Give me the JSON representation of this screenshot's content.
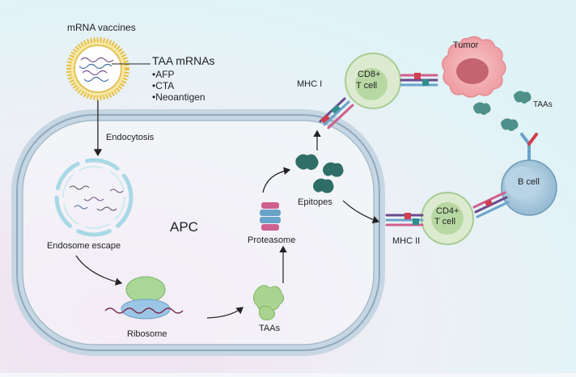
{
  "vaccine": {
    "title": "mRNA vaccines",
    "cargo_title": "TAA mRNAs",
    "cargo_items": [
      "•AFP",
      "•CTA",
      "•Neoantigen"
    ]
  },
  "cell": {
    "name": "APC"
  },
  "steps": {
    "endocytosis": "Endocytosis",
    "endosome_escape": "Endosome escape",
    "ribosome": "Ribosome",
    "taas_translated": "TAAs",
    "proteasome": "Proteasome",
    "epitopes": "Epitopes"
  },
  "mhc": {
    "class1": "MHC I",
    "class2": "MHC II"
  },
  "tcells": {
    "cd8_line1": "CD8+",
    "cd8_line2": "T cell",
    "cd4_line1": "CD4+",
    "cd4_line2": "T cell"
  },
  "tumor": {
    "name": "Tumor",
    "antigens": "TAAs"
  },
  "bcell": {
    "name": "B cell"
  },
  "colors": {
    "cell_membrane": "#b9cbd8",
    "tcell": "#cfe3be",
    "bcell": "#8fb6cf",
    "tumor": "#f2a3a7",
    "antigen": "#2f6e66",
    "ribosome": "#9fd08a"
  }
}
